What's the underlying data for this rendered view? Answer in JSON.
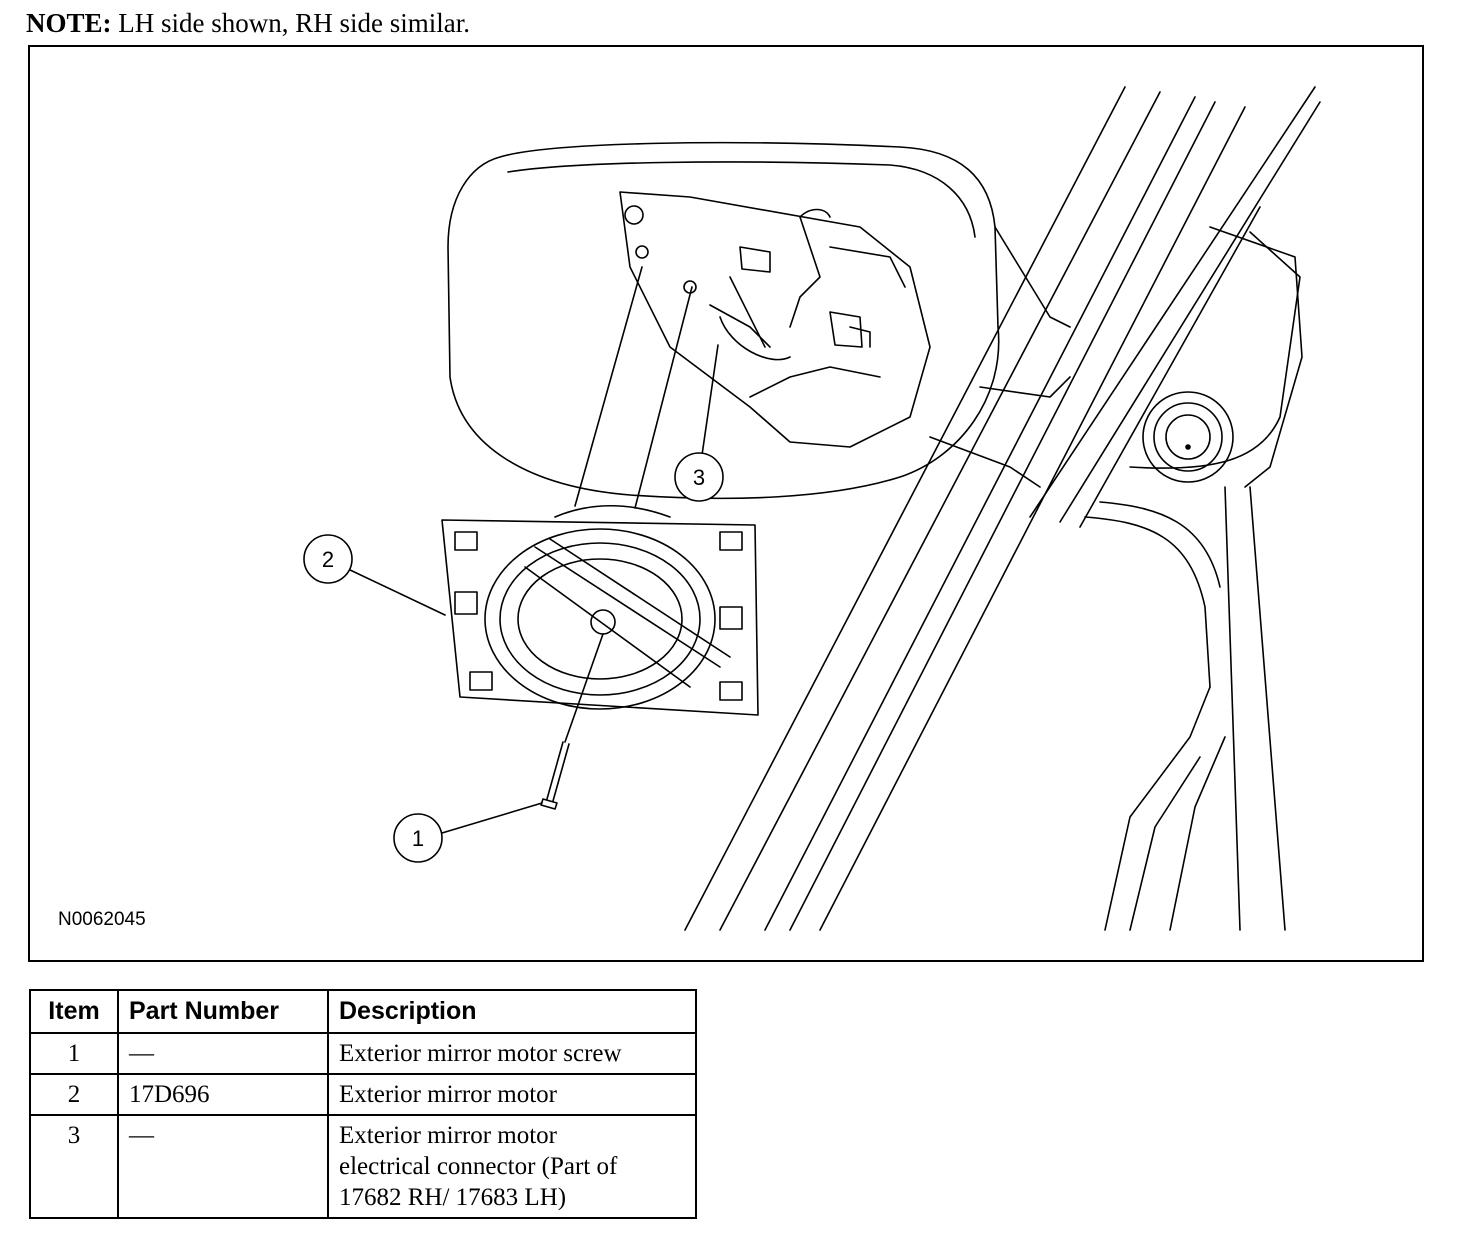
{
  "note": {
    "label": "NOTE:",
    "text": "LH side shown, RH side similar."
  },
  "figure": {
    "id": "N0062045",
    "callouts": [
      "1",
      "2",
      "3"
    ]
  },
  "table": {
    "headers": [
      "Item",
      "Part Number",
      "Description"
    ],
    "rows": [
      {
        "item": "1",
        "part_number": "—",
        "description": "Exterior mirror motor screw"
      },
      {
        "item": "2",
        "part_number": "17D696",
        "description": "Exterior mirror motor"
      },
      {
        "item": "3",
        "part_number": "—",
        "description_lines": [
          "Exterior mirror motor",
          "electrical connector (Part of",
          "17682 RH/ 17683 LH)"
        ]
      }
    ]
  }
}
